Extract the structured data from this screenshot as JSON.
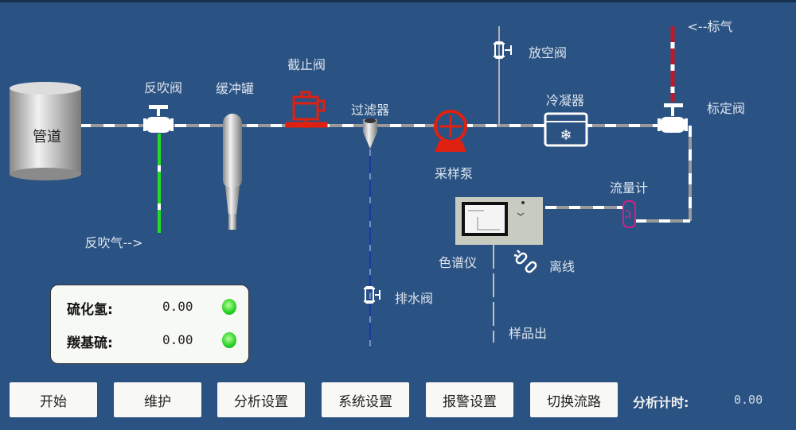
{
  "diagram": {
    "pipeline": "管道",
    "blowback_valve": "反吹阀",
    "buffer_tank": "缓冲罐",
    "stop_valve": "截止阀",
    "filter": "过滤器",
    "sampling_pump": "采样泵",
    "vent_valve": "放空阀",
    "condenser": "冷凝器",
    "calibration_valve": "标定阀",
    "standard_gas": "<--标气",
    "flow_meter": "流量计",
    "chromatograph": "色谱仪",
    "offline": "离线",
    "blowback_gas": "反吹气-->",
    "drain_valve": "排水阀",
    "sample_out": "样品出"
  },
  "readings": [
    {
      "label": "硫化氢:",
      "value": "0.00",
      "status_color": "#2fd42a"
    },
    {
      "label": "羰基硫:",
      "value": "0.00",
      "status_color": "#2fd42a"
    }
  ],
  "buttons": [
    "开始",
    "维护",
    "分析设置",
    "系统设置",
    "报警设置",
    "切换流路"
  ],
  "timer": {
    "label": "分析计时:",
    "value": "0.00"
  },
  "colors": {
    "background": "#2a5282",
    "stop_valve": "#e02010",
    "pump": "#e02010",
    "blowback_line": "#22dd22",
    "drain_line": "#1a3aa0",
    "standard_gas_line": "#c01828",
    "flow_meter": "#d0208a"
  }
}
